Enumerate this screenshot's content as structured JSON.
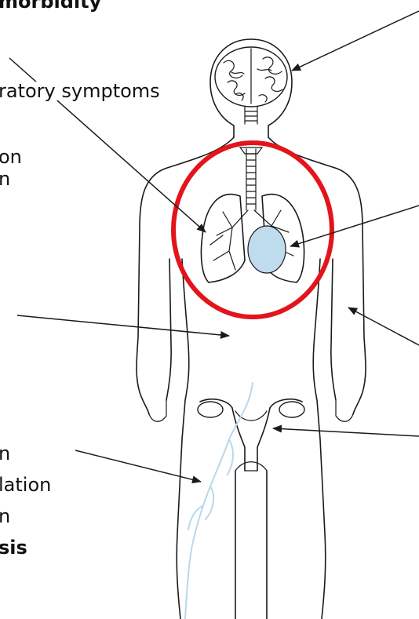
{
  "labels": {
    "morbidity": "morbidity",
    "respiratory": "ratory symptoms",
    "on": "on",
    "n1": "n",
    "n2": "n",
    "lation": "lation",
    "n3": "n",
    "sis": "sis"
  },
  "colors": {
    "highlight_circle": "#e3141b",
    "heart_fill": "#bfdcee",
    "vein": "#b8d8ec",
    "line": "#1a1a1a"
  },
  "icons": {
    "brain": "brain-icon",
    "lungs": "lungs-icon",
    "heart": "heart-icon",
    "uterus": "uterus-icon",
    "veins": "leg-veins-icon"
  }
}
